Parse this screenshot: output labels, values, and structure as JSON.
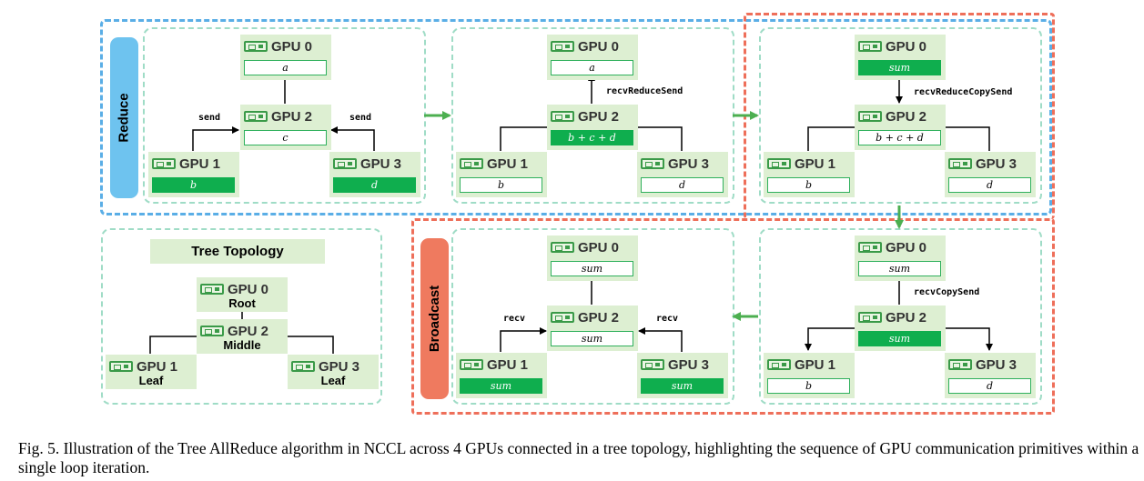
{
  "phases": {
    "reduce": "Reduce",
    "broadcast": "Broadcast"
  },
  "gpu_names": {
    "g0": "GPU 0",
    "g1": "GPU 1",
    "g2": "GPU 2",
    "g3": "GPU 3"
  },
  "panels": {
    "r1": {
      "g0": "a",
      "g2": "c",
      "g1": "b",
      "g3": "d",
      "left_edge": "send",
      "right_edge": "send"
    },
    "r2": {
      "g0": "a",
      "g2": "b + c + d",
      "g1": "b",
      "g3": "d",
      "up_edge": "recvReduceSend"
    },
    "r3": {
      "g0": "sum",
      "g2": "b + c + d",
      "g1": "b",
      "g3": "d",
      "down_edge": "recvReduceCopySend"
    },
    "b1": {
      "g0": "sum",
      "g2": "sum",
      "g1": "b",
      "g3": "d",
      "down_edge": "recvCopySend"
    },
    "b2": {
      "g0": "sum",
      "g2": "sum",
      "g1": "sum",
      "g3": "sum",
      "left_edge": "recv",
      "right_edge": "recv"
    }
  },
  "topology": {
    "title": "Tree Topology",
    "root_role": "Root",
    "middle_role": "Middle",
    "leaf1_role": "Leaf",
    "leaf3_role": "Leaf"
  },
  "caption": "Fig. 5.  Illustration of the Tree AllReduce algorithm in NCCL across 4 GPUs connected in a tree topology, highlighting the sequence of GPU communication primitives within a single loop iteration.",
  "colors": {
    "reduce_border": "#5aaee6",
    "broadcast_border": "#ee6f5a",
    "panel_border": "#9fdcc6",
    "gpu_fill": "#ddefd2",
    "value_filled": "#0fae4e",
    "flow_arrow": "#4caf50"
  }
}
